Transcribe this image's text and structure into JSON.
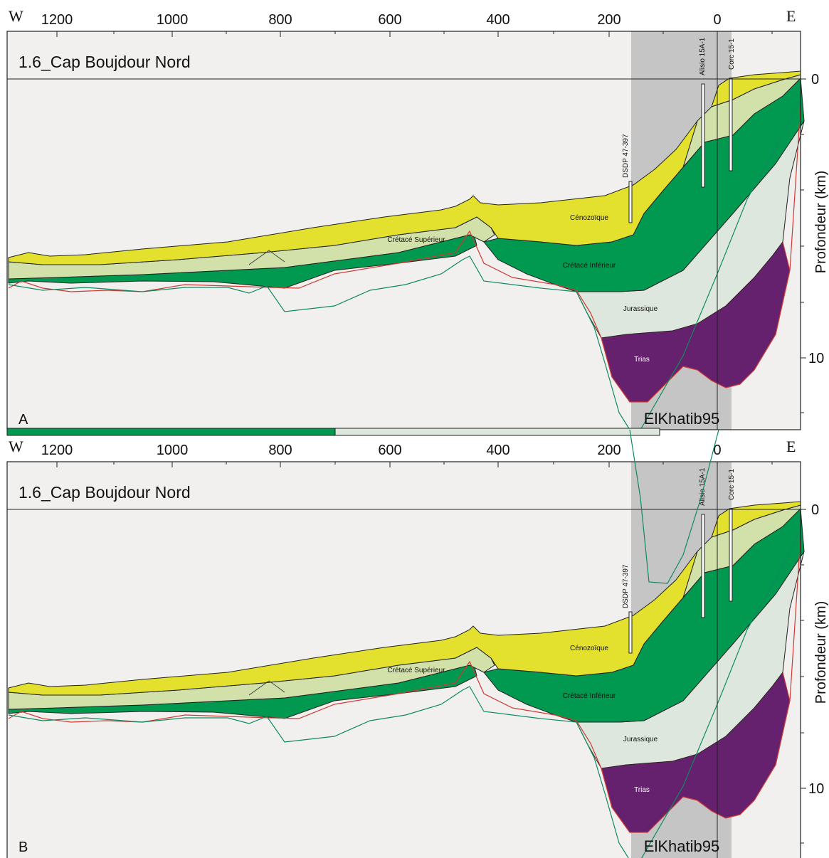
{
  "panels": [
    {
      "letter": "A",
      "title": "1.6_Cap Boujdour Nord",
      "west_label": "W",
      "east_label": "E",
      "x_ticks": [
        "1200",
        "1000",
        "800",
        "600",
        "400",
        "200",
        "0"
      ],
      "y_ticks": [
        "0",
        "10"
      ],
      "y_axis_label": "Profondeur (km)",
      "wells": [
        "DSDP 47-397",
        "Alisio 15A-1",
        "Corc 15-1"
      ],
      "layers": [
        "Cénozoïque",
        "Crétacé Supérieur",
        "Crétacé Inférieur",
        "Jurassique",
        "Trias"
      ],
      "source_label": "ElKhatib95"
    },
    {
      "letter": "B",
      "title": "1.6_Cap Boujdour Nord",
      "west_label": "W",
      "east_label": "E",
      "x_ticks": [
        "1200",
        "1000",
        "800",
        "600",
        "400",
        "200",
        "0"
      ],
      "y_ticks": [
        "0",
        "10"
      ],
      "y_axis_label": "Profondeur (km)",
      "wells": [
        "DSDP 47-397",
        "Alisio 15A-1",
        "Corc 15-1"
      ],
      "layers": [
        "Cénozoïque",
        "Crétacé Supérieur",
        "Crétacé Inférieur",
        "Jurassique",
        "Trias"
      ],
      "source_label": "ElKhatib95"
    }
  ],
  "colors": {
    "background": "#f1f0ef",
    "well_zone": "#c6c5c5",
    "cenozoic": "#e3e12e",
    "cretaceous_upper": "#d2e1a9",
    "cretaceous_lower": "#00994f",
    "jurassic": "#dde7dd",
    "triassic": "#65206e",
    "basement_line": "#e0372f",
    "moho_line": "#0f8a5f"
  }
}
